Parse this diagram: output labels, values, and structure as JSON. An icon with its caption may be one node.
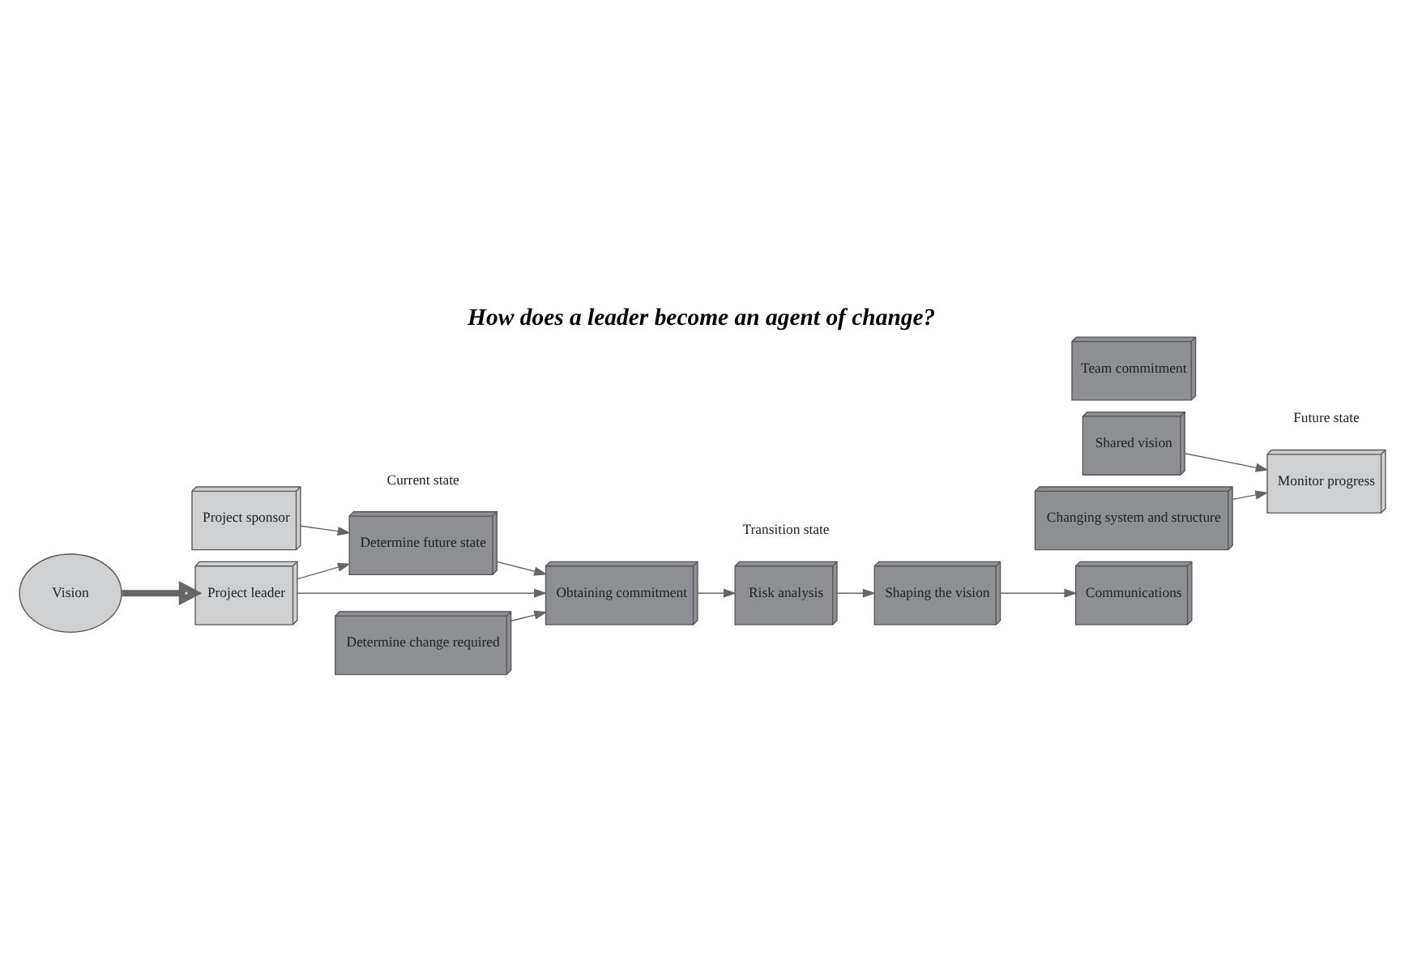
{
  "diagram": {
    "title": "How does a leader become an agent of change?",
    "nodes": [
      {
        "text": [
          "Vision"
        ]
      },
      {
        "text": [
          "Project sponsor"
        ]
      },
      {
        "text": [
          "Project leader"
        ]
      },
      {
        "text": [
          "Determine future state"
        ]
      },
      {
        "text": [
          "Determine change required"
        ]
      },
      {
        "text": [
          "Obtaining commitment"
        ]
      },
      {
        "text": [
          "Risk analysis"
        ]
      },
      {
        "text": [
          "Shaping the vision"
        ]
      },
      {
        "text": [
          "Shared vision"
        ]
      },
      {
        "text": [
          "Communications"
        ]
      },
      {
        "text": [
          "Team commitment"
        ]
      },
      {
        "text": [
          "Changing system and structure"
        ]
      },
      {
        "text": [
          "Monitor progress"
        ]
      }
    ],
    "edges": [
      {
        "from": 0,
        "to": 2,
        "arrow": "to",
        "style": "thick"
      },
      {
        "from": 1,
        "to": 3,
        "arrow": "to"
      },
      {
        "from": 2,
        "to": 3,
        "arrow": "to"
      },
      {
        "from": 2,
        "to": 5,
        "arrow": "to"
      },
      {
        "from": 3,
        "to": 5,
        "arrow": "to"
      },
      {
        "from": 4,
        "to": 5,
        "arrow": "to"
      },
      {
        "from": 5,
        "to": 6,
        "arrow": "to"
      },
      {
        "from": 6,
        "to": 7,
        "arrow": "to"
      },
      {
        "from": 7,
        "to": 9,
        "arrow": "to"
      },
      {
        "from": 8,
        "to": 12,
        "arrow": "to"
      },
      {
        "from": 11,
        "to": 12,
        "arrow": "to"
      }
    ],
    "labels": [
      "Current state",
      "Transition state",
      "Future state"
    ]
  }
}
